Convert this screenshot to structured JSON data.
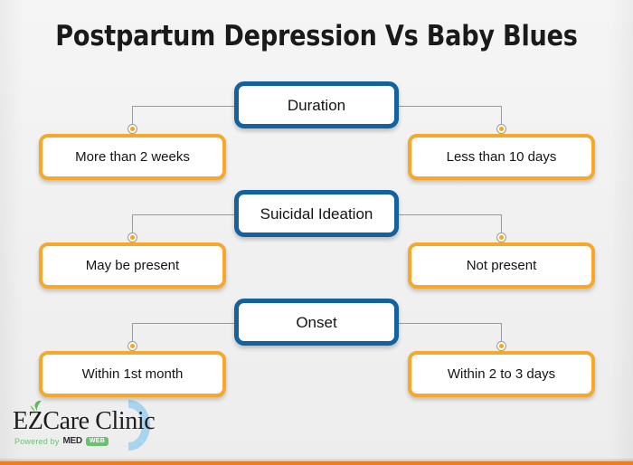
{
  "page": {
    "title": "Postpartum Depression Vs Baby Blues",
    "background_color": "#f2f2f2",
    "accent_bar_color": "#ee7d1e"
  },
  "theme": {
    "center_border_color": "#14619f",
    "side_border_color": "#f7a82b",
    "connector_color": "#9b9b9b",
    "node_dot_color": "#f6a623",
    "box_fill_color": "#ffffff",
    "text_color": "#141414"
  },
  "comparison": {
    "rows": [
      {
        "criterion": "Duration",
        "left": "More than 2 weeks",
        "right": "Less than 10 days"
      },
      {
        "criterion": "Suicidal Ideation",
        "left": "May be present",
        "right": "Not present"
      },
      {
        "criterion": "Onset",
        "left": "Within 1st month",
        "right": "Within 2 to 3 days"
      }
    ]
  },
  "logo": {
    "name": "EZCare Clinic",
    "powered_prefix": "Powered by",
    "powered_brand": "MED",
    "powered_badge": "WEB",
    "leaf_color": "#5cb85c",
    "arc_color": "#a8d4ef",
    "brand_green": "#6fbf73"
  }
}
